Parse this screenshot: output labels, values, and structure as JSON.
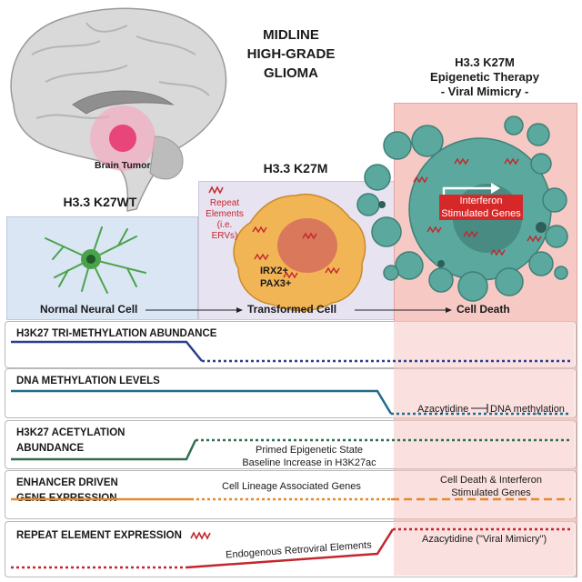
{
  "header": {
    "title_lines": [
      "MIDLINE",
      "HIGH-GRADE",
      "GLIOMA"
    ],
    "brain_tumor_label": "Brain Tumor"
  },
  "stages": {
    "wt": {
      "title": "H3.3 K27WT",
      "caption": "Normal Neural Cell"
    },
    "k27m": {
      "title": "H3.3 K27M",
      "caption": "Transformed Cell",
      "repeat_legend": [
        "Repeat",
        "Elements",
        "(i.e. ERVs)"
      ],
      "markers": [
        "IRX2+",
        "PAX3+"
      ]
    },
    "therapy": {
      "title_lines": [
        "H3.3 K27M",
        "Epigenetic Therapy",
        "- Viral Mimicry -"
      ],
      "caption": "Cell Death",
      "isg_box": [
        "Interferon",
        "Stimulated Genes"
      ]
    }
  },
  "tracks": [
    {
      "title": "H3K27 TRI-METHYLATION ABUNDANCE"
    },
    {
      "title": "DNA METHYLATION LEVELS",
      "annotation_left": "Azacytidine",
      "annotation_right": "DNA methylation"
    },
    {
      "title_lines": [
        "H3K27 ACETYLATION",
        "ABUNDANCE"
      ],
      "annotation": [
        "Primed Epigenetic State",
        "Baseline Increase in H3K27ac"
      ]
    },
    {
      "title_lines": [
        "ENHANCER DRIVEN",
        "GENE EXPRESSION"
      ],
      "annotation_mid": "Cell Lineage Associated Genes",
      "annotation_right": [
        "Cell Death & Interferon",
        "Stimulated Genes"
      ]
    },
    {
      "title": "REPEAT ELEMENT EXPRESSION",
      "annotation_mid": "Endogenous Retroviral Elements",
      "annotation_right": "Azacytidine (\"Viral Mimicry\")"
    }
  ],
  "colors": {
    "wt_panel": "#dbe6f5",
    "k27m_panel": "#e8e3f1",
    "therapy_panel": "#f6c9c4",
    "tumor_pink": "#e8457a",
    "neuron_green": "#4aa34a",
    "cell_orange": "#f2b556",
    "nucleus_orange": "#d9785a",
    "teal_cell": "#5aa89e",
    "track1": "#2c3f8f",
    "track2": "#1f6c8a",
    "track3": "#2f6f4c",
    "track4": "#e6892a",
    "track5": "#c4262e",
    "isg_red": "#d62828"
  }
}
